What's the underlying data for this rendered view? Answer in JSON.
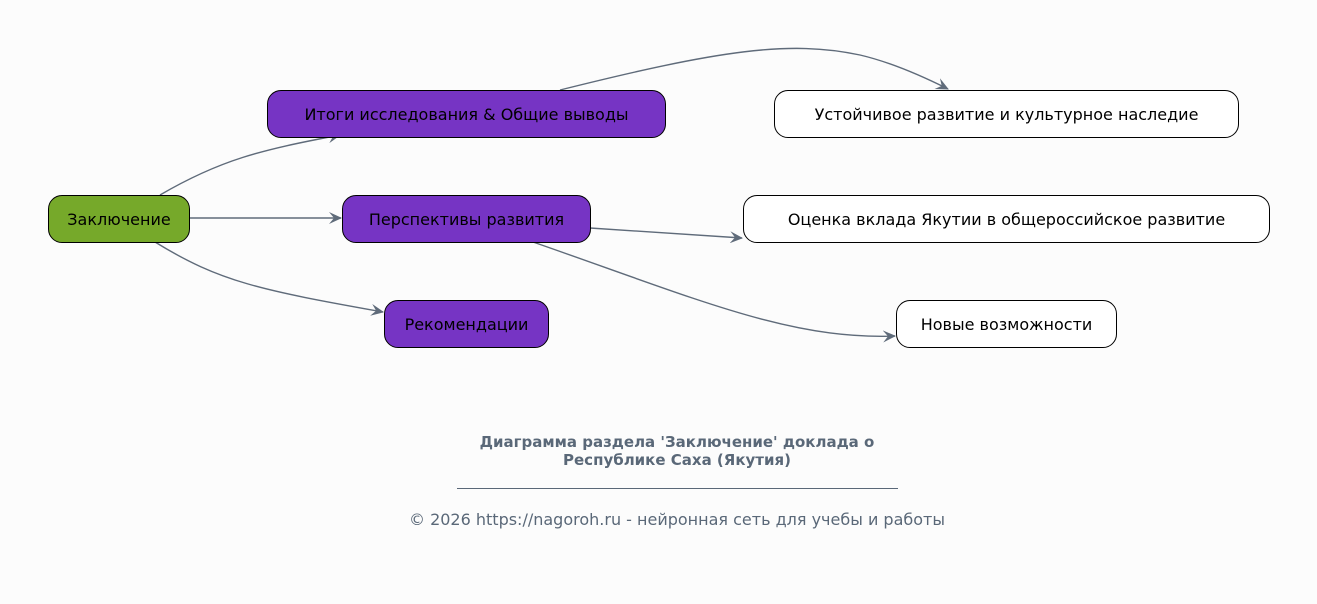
{
  "nodes": {
    "root": "Заключение",
    "summary": "Итоги исследования & Общие выводы",
    "prospects": "Перспективы развития",
    "recommendations": "Рекомендации",
    "sustainable": "Устойчивое развитие и культурное наследие",
    "contribution": "Оценка вклада Якутии в общероссийское развитие",
    "opportunities": "Новые возможности"
  },
  "edges": [
    [
      "root",
      "summary"
    ],
    [
      "root",
      "prospects"
    ],
    [
      "root",
      "recommendations"
    ],
    [
      "summary",
      "sustainable"
    ],
    [
      "prospects",
      "contribution"
    ],
    [
      "prospects",
      "opportunities"
    ]
  ],
  "caption": {
    "title_line1": "Диаграмма раздела 'Заключение' доклада о",
    "title_line2": "Республике Саха (Якутия)",
    "footer": "© 2026 https://nagoroh.ru - нейронная сеть для учебы и работы"
  },
  "colors": {
    "root": "#76a92a",
    "mid": "#7634c4",
    "leaf": "#ffffff",
    "edge": "#5f6b7a",
    "background": "#fcfcfc"
  }
}
